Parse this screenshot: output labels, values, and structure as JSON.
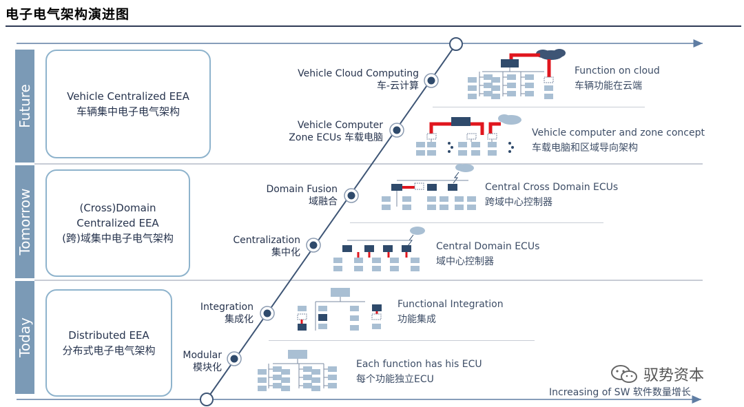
{
  "title": "电子电气架构演进图",
  "bands": [
    "Future",
    "Tomorrow",
    "Today"
  ],
  "boxes": [
    {
      "en": "Vehicle Centralized EEA",
      "cn": "车辆集中电子电气架构"
    },
    {
      "en1": "(Cross)Domain",
      "en2": "Centralized EEA",
      "cn": "(跨)域集中电子电气架构"
    },
    {
      "en": "Distributed EEA",
      "cn": "分布式电子电气架构"
    }
  ],
  "stages": [
    {
      "en": "Vehicle Cloud Computing",
      "cn": "车-云计算"
    },
    {
      "en": "Vehicle Computer",
      "cn": "Zone ECUs 车载电脑"
    },
    {
      "en": "Domain Fusion",
      "cn": "域融合"
    },
    {
      "en": "Centralization",
      "cn": "集中化"
    },
    {
      "en": "Integration",
      "cn": "集成化"
    },
    {
      "en": "Modular",
      "cn": "模块化"
    }
  ],
  "captions": [
    {
      "en": "Function on cloud",
      "cn": "车辆功能在云端"
    },
    {
      "en": "Vehicle computer and zone concept",
      "cn": "车载电脑和区域导向架构"
    },
    {
      "en": "Central Cross Domain ECUs",
      "cn": "跨域中心控制器"
    },
    {
      "en": "Central Domain ECUs",
      "cn": "域中心控制器"
    },
    {
      "en": "Functional Integration",
      "cn": "功能集成"
    },
    {
      "en": "Each function has his ECU",
      "cn": "每个功能独立ECU"
    }
  ],
  "footer": "Increasing of SW 软件数量增长",
  "watermark": "驭势资本",
  "colors": {
    "accent": "#e0161e",
    "node": "#2f4a6b",
    "ecu": "#a9bfd3",
    "band": "#7b9ab6",
    "box_border": "#8eb3cc"
  }
}
